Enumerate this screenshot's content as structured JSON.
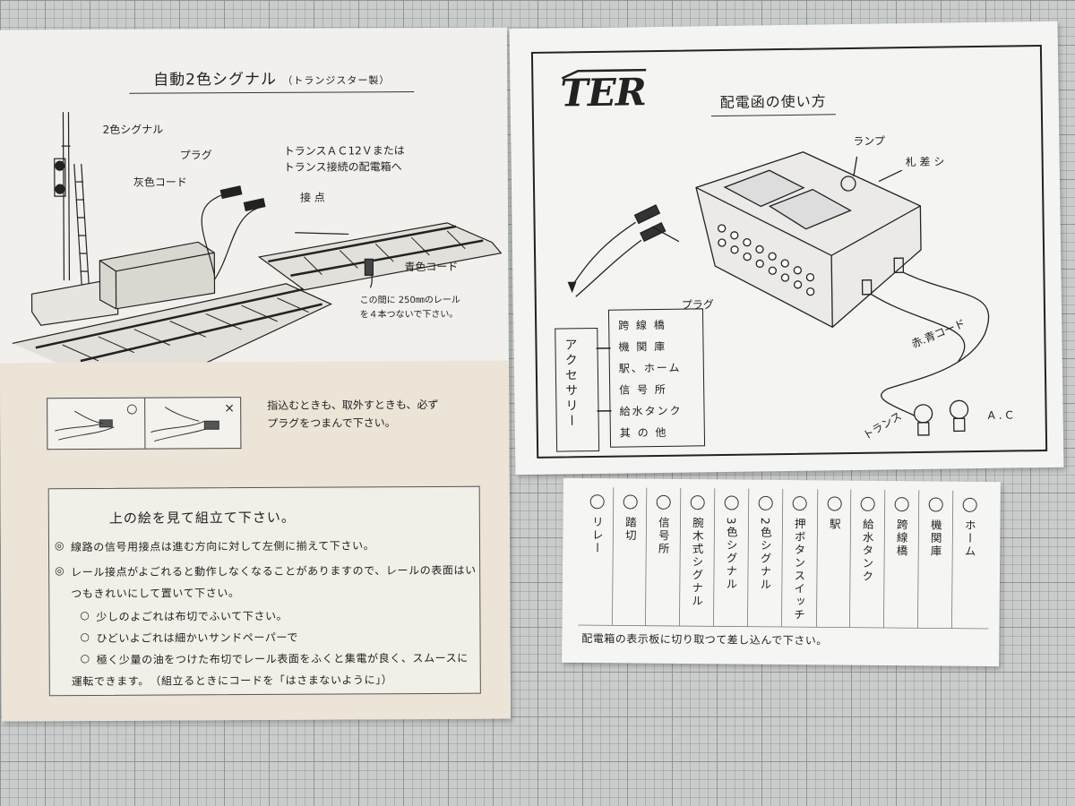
{
  "left_sheet": {
    "title": "自動2色シグナル",
    "title_sub": "（トランジスター製）",
    "labels": {
      "signal": "2色シグナル",
      "plug": "プラグ",
      "gray_cord": "灰色コード",
      "trans_line1": "トランスＡＣ12Ｖまたは",
      "trans_line2": "トランス接続の配電箱へ",
      "contact": "接 点",
      "blue_cord": "青色コード",
      "rail_note_line1": "この間に 250㎜のレール",
      "rail_note_line2": "を４本つないで下さい。"
    },
    "caution_marks": {
      "ok": "○",
      "ng": "×"
    },
    "caution_line1": "指込むときも、取外すときも、必ず",
    "caution_line2": "プラグをつまんで下さい。",
    "assembly": {
      "heading": "上の絵を見て組立て下さい。",
      "bullet_main": "◎",
      "bullet_sub": "○",
      "item1": "線路の信号用接点は進む方向に対して左側に揃えて下さい。",
      "item2_line1": "レール接点がよごれると動作しなくなることがありますので、レールの表面はい",
      "item2_line2": "つもきれいにして置いて下さい。",
      "sub1": "少しのよごれは布切でふいて下さい。",
      "sub2": "ひどいよごれは細かいサンドペーパーで",
      "sub3_line1": "極く少量の油をつけた布切でレール表面をふくと集電が良く、スムースに",
      "sub3_line2": "運転できます。　（組立るときにコードを「はさまないように」）"
    }
  },
  "right_sheet": {
    "logo": "TER",
    "title": "配電函の使い方",
    "labels": {
      "lamp": "ランプ",
      "tag": "札 差 シ",
      "plug": "プラグ",
      "cord": "赤.青コード",
      "trans": "トランス",
      "ac": "A . C"
    },
    "accessory": "アクセサリー",
    "destinations": [
      "跨 線 橋",
      "機 関 庫",
      "駅、ホーム",
      "信 号 所",
      "給水タンク",
      "其 の 他"
    ]
  },
  "cards": {
    "items": [
      "リレー",
      "踏切",
      "信号所",
      "腕木式シグナル",
      "3色シグナル",
      "2色シグナル",
      "押ボタンスイッチ",
      "駅",
      "給水タンク",
      "跨線橋",
      "機関庫",
      "ホーム"
    ],
    "note": "配電箱の表示板に切り取つて差し込んで下さい。"
  }
}
